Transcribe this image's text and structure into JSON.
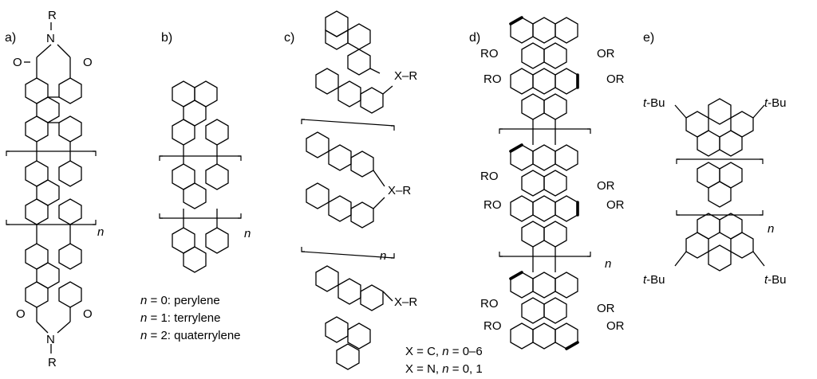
{
  "panels": {
    "a": {
      "label": "a)",
      "atoms": {
        "r_top": "R",
        "n_top": "N",
        "o_tl": "O",
        "o_tr": "O",
        "o_bl": "O",
        "o_br": "O",
        "n_bot": "N",
        "r_bot": "R"
      },
      "repeat": "n"
    },
    "b": {
      "label": "b)",
      "repeat": "n",
      "caption": [
        {
          "var": "n",
          "rest": " = 0: perylene"
        },
        {
          "var": "n",
          "rest": " = 1: terrylene"
        },
        {
          "var": "n",
          "rest": " = 2: quaterrylene"
        }
      ]
    },
    "c": {
      "label": "c)",
      "substituents": [
        "X–R",
        "X–R",
        "X–R"
      ],
      "repeat": "n",
      "caption": [
        {
          "pre": "X = C, ",
          "var": "n",
          "rest": " = 0–6"
        },
        {
          "pre": "X = N, ",
          "var": "n",
          "rest": " = 0, 1"
        }
      ]
    },
    "d": {
      "label": "d)",
      "substituent": "OR",
      "substituent_left": "RO",
      "repeat": "n"
    },
    "e": {
      "label": "e)",
      "tbu_prefix": "t",
      "tbu_suffix": "-Bu",
      "repeat": "n"
    }
  }
}
